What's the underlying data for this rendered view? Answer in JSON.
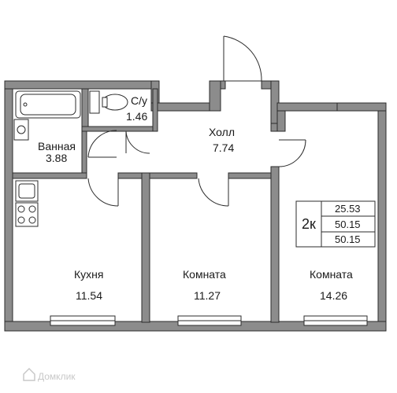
{
  "rooms": {
    "hall": {
      "name": "Холл",
      "area": "7.74"
    },
    "wc": {
      "name": "С/у",
      "area": "1.46"
    },
    "bath": {
      "name": "Ванная",
      "area": "3.88"
    },
    "kitchen": {
      "name": "Кухня",
      "area": "11.54"
    },
    "room1": {
      "name": "Комната",
      "area": "11.27"
    },
    "room2": {
      "name": "Комната",
      "area": "14.26"
    }
  },
  "summary": {
    "type": "2к",
    "living_area": "25.53",
    "total_area": "50.15",
    "total_area_2": "50.15"
  },
  "watermark": {
    "text": "Домклик"
  },
  "colors": {
    "wall": "#8c8c8c",
    "line": "#2b2b2b",
    "background": "#ffffff"
  }
}
